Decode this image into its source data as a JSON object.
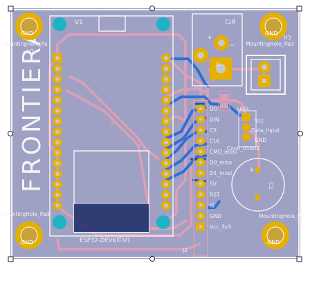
{
  "title": "FRONTIERA",
  "colors": {
    "background": "#ffffff",
    "board": "#9ea0c4",
    "outline": "#f3f3f8",
    "trace_front": "#d8a0b8",
    "trace_back": "#2f6fd6",
    "trace_back_dark": "#1f55a6",
    "pad_gold": "#e5b000",
    "pad_hole": "#c8c8c8",
    "silk": "#f4f4f4",
    "mount_cyan": "#1fb3c6",
    "courtyard": "#f0f0f0"
  },
  "components": {
    "esp32": {
      "ref": "V1",
      "value": "ESP32-DEVKIT-V1"
    },
    "dc_jack": {
      "ref": "J1",
      "value": "BT2"
    },
    "connector": {
      "ref": "J2"
    },
    "capacitor": {
      "ref": "C1"
    },
    "led": {
      "ref": "LED1"
    },
    "led_conn": {
      "value": "Conn_01x03"
    },
    "mount_hole_tl": {
      "line1": "MountingHole_Pa",
      "line2": "H1"
    },
    "mount_hole_tr": {
      "line1": "MountingHole_Pad",
      "line2": "H3"
    },
    "mount_hole_bl": {
      "line1": "MountingHole_Pad"
    },
    "mount_hole_br": {
      "line1": "MountingHole_Pad"
    },
    "gnd_label": "GND"
  },
  "connector_pins": [
    "DO",
    "DIN",
    "CS",
    "CLK",
    "CMD_mosi",
    "D0_miso",
    "D1_mosi",
    "5V",
    "RST",
    "IS",
    "GND",
    "Vcc_3v3"
  ],
  "led_pins": [
    "Vcc",
    "Data_input",
    "GND"
  ],
  "icons": {
    "crosshair": "crosshair-icon",
    "handle": "selection-handle-icon"
  }
}
